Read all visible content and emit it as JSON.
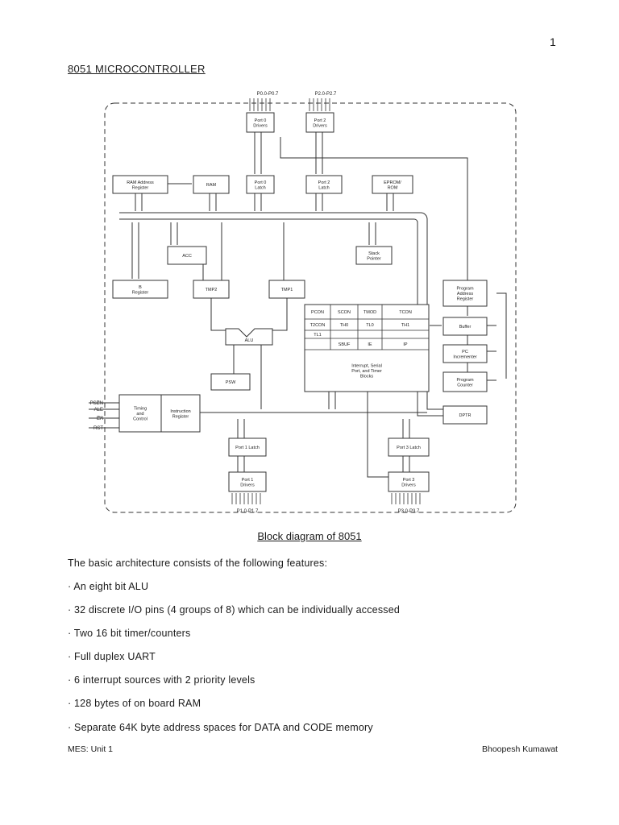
{
  "page_number": "1",
  "heading": "8051 MICROCONTROLLER",
  "diagram": {
    "boxes": {
      "port0_drivers": [
        "Port 0",
        "Drivers"
      ],
      "port2_drivers": [
        "Port 2",
        "Drivers"
      ],
      "ram_addr_reg": [
        "RAM Address",
        "Register"
      ],
      "ram": [
        "RAM"
      ],
      "port0_latch": [
        "Port 0",
        "Latch"
      ],
      "port2_latch": [
        "Port 2",
        "Latch"
      ],
      "eprom": [
        "EPROM/",
        "ROM"
      ],
      "acc": [
        "ACC"
      ],
      "stack_pointer": [
        "Stack",
        "Pointer"
      ],
      "b_register": [
        "B",
        "Register"
      ],
      "tmp2": [
        "TMP2"
      ],
      "tmp1": [
        "TMP1"
      ],
      "prog_addr_reg": [
        "Program",
        "Address",
        "Register"
      ],
      "buffer": [
        "Buffer"
      ],
      "pc_incrementer": [
        "PC",
        "Incrementer"
      ],
      "program_counter": [
        "Program",
        "Counter"
      ],
      "alu": [
        "ALU"
      ],
      "psw": [
        "PSW"
      ],
      "timing_control": [
        "Timing",
        "and",
        "Control"
      ],
      "instruction_register": [
        "Instruction",
        "Register"
      ],
      "dptr": [
        "DPTR"
      ],
      "port1_latch": [
        "Port 1 Latch"
      ],
      "port3_latch": [
        "Port 3 Latch"
      ],
      "port1_drivers": [
        "Port 1",
        "Drivers"
      ],
      "port3_drivers": [
        "Port 3",
        "Drivers"
      ],
      "sfr_block": [
        "Interrupt, Serial",
        "Port, and Timer",
        "Blocks"
      ]
    },
    "sfr_table": [
      [
        "PCON",
        "SCON",
        "TMOD",
        "TCON"
      ],
      [
        "T2CON",
        "TH0",
        "TL0",
        "TH1"
      ],
      [
        "TL1",
        "",
        "",
        ""
      ],
      [
        "",
        "SBUF",
        "IE",
        "IP"
      ]
    ],
    "pins": {
      "p0": "P0.0-P0.7",
      "p2": "P2.0-P2.7",
      "p1": "P1.0-P1.7",
      "p3": "P3.0-P3.7",
      "psen": "PSEN",
      "ale": "ALE",
      "ea": "EA",
      "rst": "RST"
    }
  },
  "caption": "Block diagram of 8051",
  "intro": "The basic architecture consists of the following features:",
  "features": [
    "· An eight bit ALU",
    "· 32 discrete I/O pins (4 groups of 8) which can be individually accessed",
    "· Two 16 bit timer/counters",
    "· Full duplex UART",
    "· 6 interrupt sources with 2 priority levels",
    "· 128 bytes of on board RAM",
    "· Separate 64K byte address spaces for DATA and CODE memory"
  ],
  "footer": {
    "left": "MES: Unit 1",
    "right": "Bhoopesh Kumawat"
  }
}
